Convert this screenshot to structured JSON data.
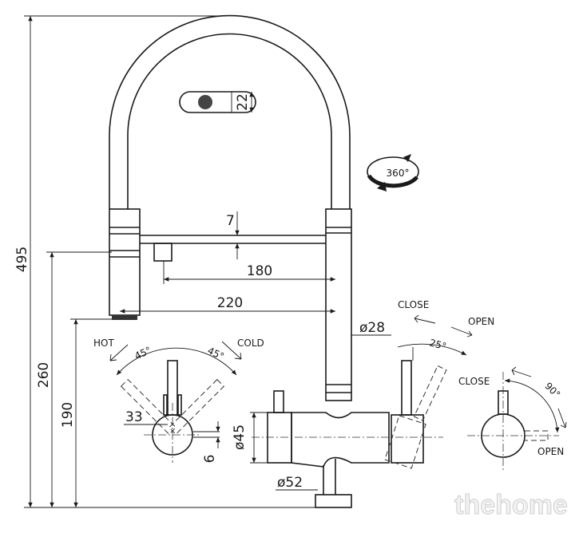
{
  "dimensions": {
    "total_height": "495",
    "spout_height": "260",
    "outlet_height": "190",
    "spout_reach_inner": "180",
    "spout_reach_outer": "220",
    "pipe_gap": "7",
    "aerator_size": "22",
    "column_diameter": "ø28",
    "body_diameter": "ø45",
    "base_diameter": "ø52",
    "handle_offset": "33",
    "handle_drop": "6"
  },
  "rotation": {
    "label": "360°"
  },
  "mixer_handle": {
    "hot": "HOT",
    "cold": "COLD",
    "angle_left": "45°",
    "angle_right": "45°"
  },
  "side_lever": {
    "close": "CLOSE",
    "open": "OPEN",
    "angle": "25°"
  },
  "filter_lever": {
    "close": "CLOSE",
    "open": "OPEN",
    "angle": "90°"
  },
  "watermark": "thehome"
}
